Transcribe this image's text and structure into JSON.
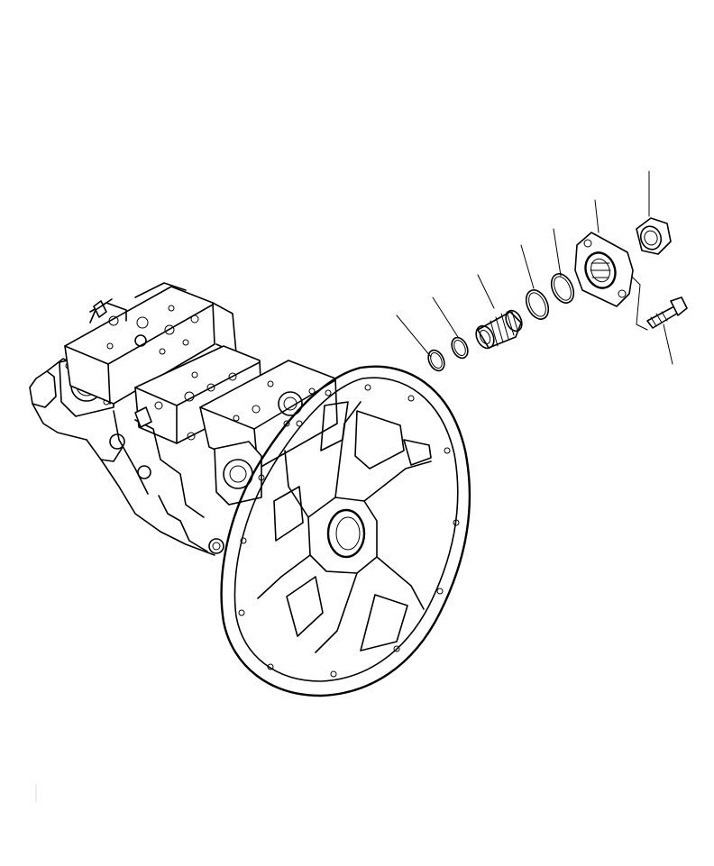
{
  "diagram": {
    "parts": [
      {
        "id": "pump-assembly",
        "kind": "main-pump"
      },
      {
        "id": "flywheel-housing-flange",
        "kind": "housing"
      },
      {
        "id": "o-ring-1",
        "kind": "o-ring"
      },
      {
        "id": "o-ring-2",
        "kind": "o-ring"
      },
      {
        "id": "coupling-spring",
        "kind": "spring"
      },
      {
        "id": "o-ring-3",
        "kind": "o-ring"
      },
      {
        "id": "o-ring-4",
        "kind": "o-ring"
      },
      {
        "id": "flange-plate",
        "kind": "flange"
      },
      {
        "id": "nut",
        "kind": "nut"
      },
      {
        "id": "bolt",
        "kind": "bolt"
      }
    ],
    "colors": {
      "line": "#000000",
      "background": "#ffffff"
    }
  }
}
